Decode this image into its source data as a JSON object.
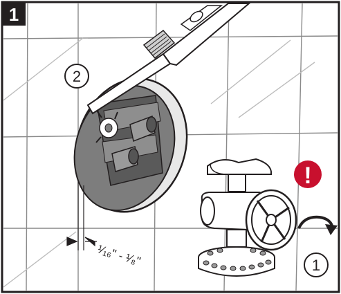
{
  "step": {
    "number": "1"
  },
  "callouts": {
    "step_a": "2",
    "step_b": "1"
  },
  "dimension": {
    "label": "¹⁄₁₆\" - ¹⁄₈\""
  },
  "warning": {
    "symbol": "!",
    "color": "#c8102e"
  },
  "colors": {
    "frame": "#231f20",
    "tile_line": "#8a8a8a",
    "cover_fill": "#7d7d7d",
    "cover_dark": "#5a5a5a",
    "step_badge_bg": "#231f20",
    "step_badge_text": "#ffffff"
  },
  "icons": {
    "rotate": "curved-arrow-clockwise-icon",
    "tool": "screwdriver-icon"
  }
}
